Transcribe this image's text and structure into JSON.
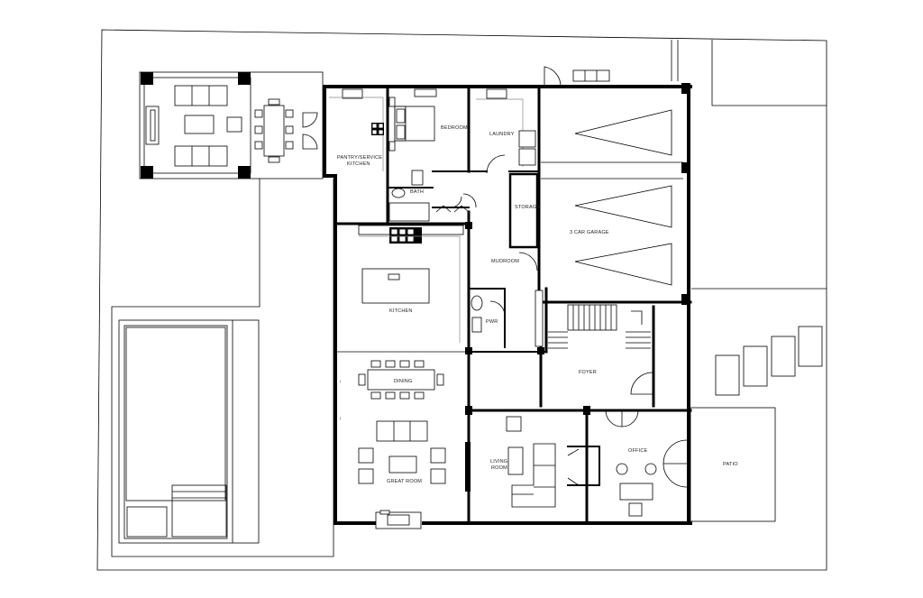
{
  "plan": {
    "rooms": {
      "pantry": "PANTRY/SERVICE",
      "pantry_sub": "KITCHEN",
      "bedroom": "BEDROOM",
      "laundry": "LAUNDRY",
      "bath": "BATH",
      "storage": "STORAGE",
      "garage": "3 CAR GARAGE",
      "mudroom": "MUDROOM",
      "kitchen": "KITCHEN",
      "pwr": "PWR",
      "foyer": "FOYER",
      "dining": "DINING",
      "great_room": "GREAT ROOM",
      "living": "LIVING",
      "living_sub": "ROOM",
      "office": "OFFICE",
      "patio": "PATIO"
    }
  }
}
